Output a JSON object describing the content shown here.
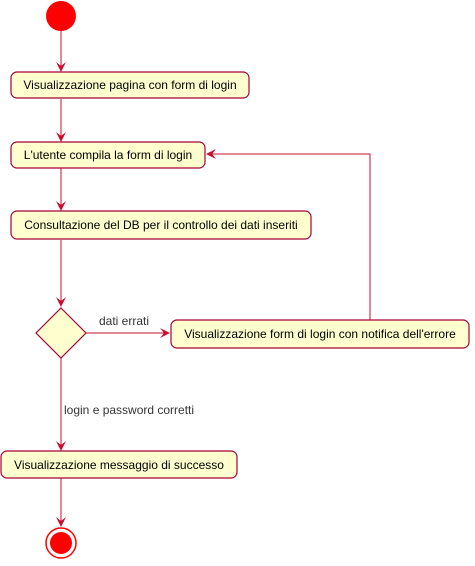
{
  "diagram": {
    "type": "uml-activity",
    "colors": {
      "line": "#c8102e",
      "node_fill": "#fefece",
      "node_border": "#a80036",
      "start": "#ff0000",
      "end_outer": "#ff0000",
      "end_inner": "#ff0000"
    },
    "activities": {
      "a1": "Visualizzazione pagina con form di login",
      "a2": "L'utente compila la form di login",
      "a3": "Consultazione del DB per il controllo dei dati inseriti",
      "a4": "Visualizzazione form di login con notifica dell'errore",
      "a5": "Visualizzazione messaggio di successo"
    },
    "decision": {
      "branch_false": "dati errati",
      "branch_true": "login e password corretti"
    }
  }
}
